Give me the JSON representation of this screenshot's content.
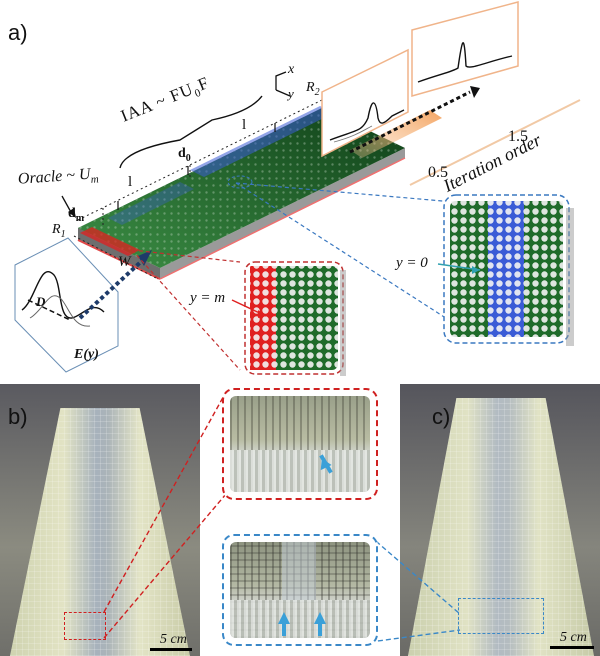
{
  "panel_a": {
    "label": "a)",
    "oracle": "Oracle ~ U",
    "oracle_sub": "m",
    "iaa": "IAA ~ FU",
    "iaa_sub": "0",
    "iaa_tail": "F",
    "dm": "d",
    "dm_sub": "m",
    "d0": "d",
    "d0_sub": "0",
    "l_left": "l",
    "l_right": "l",
    "R1": "R",
    "R1_sub": "1",
    "R2": "R",
    "R2_sub": "2",
    "W": "W",
    "D": "D",
    "Ey": "E(y)",
    "x_axis": "x",
    "y_axis": "y",
    "y_eq_m": "y = m",
    "y_eq_0": "y = 0",
    "tick_05": "0.5",
    "tick_15": "1.5",
    "iteration_order": "Iteration order"
  },
  "panel_b": {
    "label": "b)",
    "scale": "5 cm"
  },
  "panel_c": {
    "label": "c)",
    "scale": "5 cm"
  },
  "colors": {
    "green": "#1f6b2a",
    "red": "#e02020",
    "blue": "#3a5bd6",
    "orange": "#f5a05a",
    "cyan": "#4fa8d8"
  }
}
